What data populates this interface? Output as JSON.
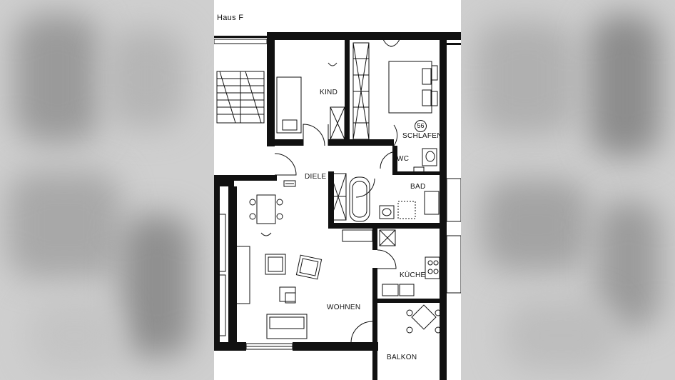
{
  "title": "Haus F",
  "unit_number": "56",
  "rooms": {
    "kind": "KIND",
    "schlafen": "SCHLAFEN",
    "wc": "WC",
    "diele": "DIELE",
    "bad": "BAD",
    "kueche": "KÜCHE",
    "wohnen": "WOHNEN",
    "balkon": "BALKON"
  }
}
